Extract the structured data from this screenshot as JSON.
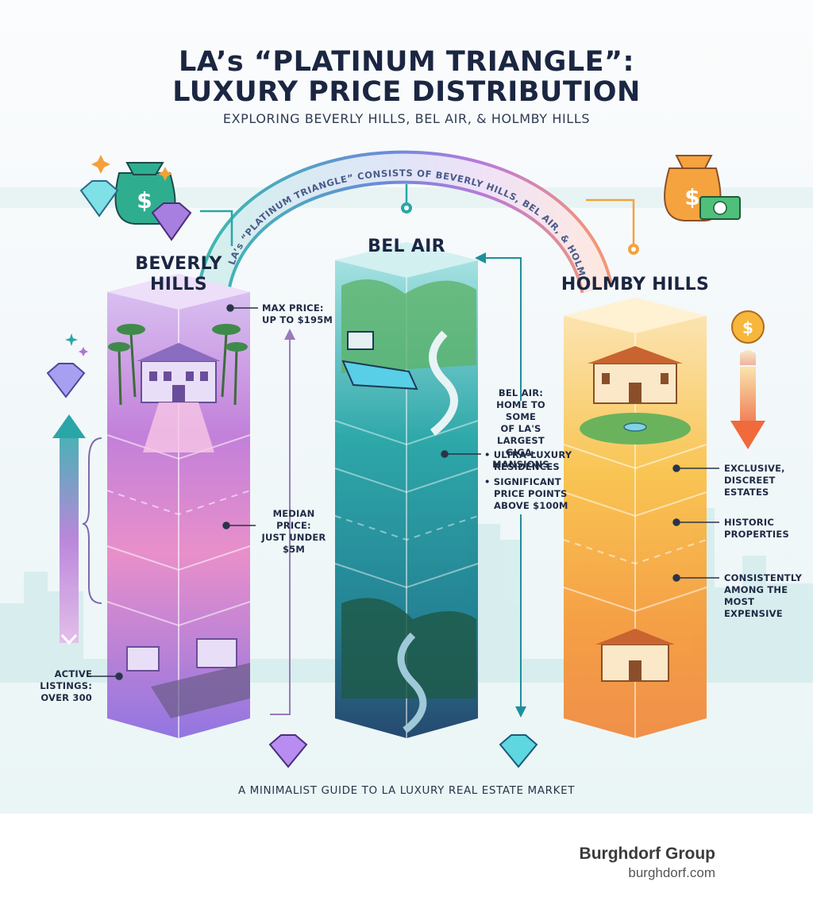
{
  "header": {
    "title_line1": "LA’s “PLATINUM TRIANGLE”:",
    "title_line2": "LUXURY PRICE DISTRIBUTION",
    "subtitle": "EXPLORING BEVERLY HILLS, BEL AIR, & HOLMBY HILLS"
  },
  "arch_text": "LA’s “PLATINUM TRIANGLE” CONSISTS OF BEVERLY HILLS, BEL AIR, & HOLMBY HILLS",
  "columns": {
    "beverly": {
      "label_line1": "BEVERLY",
      "label_line2": "HILLS",
      "max_price": [
        "MAX PRICE:",
        "UP TO $195M"
      ],
      "median_price": [
        "MEDIAN PRICE:",
        "JUST UNDER",
        "$5M"
      ],
      "active_listings": [
        "ACTIVE",
        "LISTINGS:",
        "OVER 300"
      ]
    },
    "belair": {
      "label": "BEL AIR",
      "home_to": [
        "BEL AIR:",
        "HOME TO SOME",
        "OF LA'S",
        "LARGEST",
        "GIGA-MANSIONS"
      ],
      "ultra_luxury": [
        "• ULTRA-LUXURY",
        "RESIDENCES"
      ],
      "price_points": [
        "• SIGNIFICANT",
        "PRICE POINTS",
        "ABOVE $100M"
      ]
    },
    "holmby": {
      "label": "HOLMBY HILLS",
      "exclusive": [
        "EXCLUSIVE,",
        "DISCREET",
        "ESTATES"
      ],
      "historic": [
        "HISTORIC",
        "PROPERTIES"
      ],
      "consistently": [
        "CONSISTENTLY",
        "AMONG THE",
        "MOST",
        "EXPENSIVE"
      ]
    }
  },
  "footer": "A MINIMALIST GUIDE TO LA LUXURY REAL ESTATE MARKET",
  "brand": {
    "name": "Burghdorf Group",
    "url": "burghdorf.com"
  },
  "icons": [
    "money-bag-icon",
    "diamond-icon",
    "dollar-coin-icon",
    "banknote-icon",
    "sparkle-icon",
    "mansion-icon",
    "palm-tree-icon",
    "pool-icon"
  ],
  "colors": {
    "beverly": "#a77fe0",
    "belair": "#1f8f9a",
    "holmby": "#f4a13b",
    "title": "#1b2642"
  }
}
